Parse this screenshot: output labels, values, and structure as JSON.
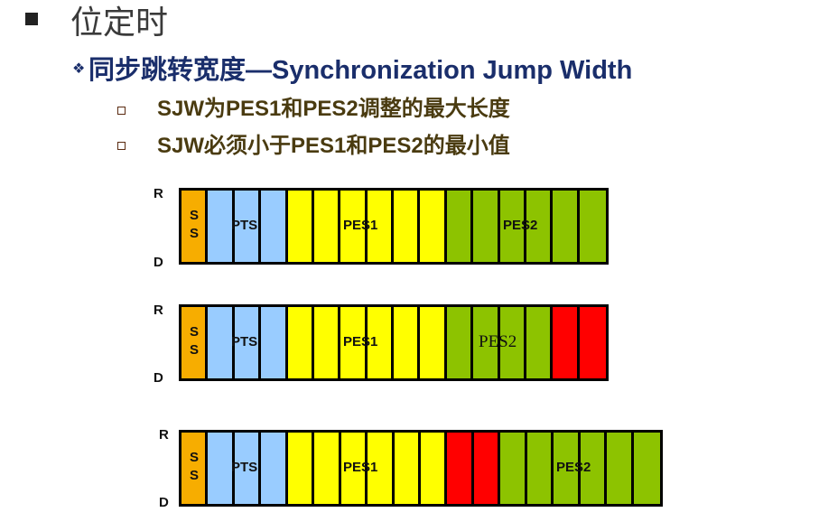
{
  "slide": {
    "title": "位定时",
    "subtitle": "同步跳转宽度—Synchronization Jump Width",
    "bullets": [
      "SJW为PES1和PES2调整的最大长度",
      "SJW必须小于PES1和PES2的最小值"
    ]
  },
  "diagrams": [
    {
      "r_label": "R",
      "d_label": "D",
      "ss_top": "S",
      "ss_bottom": "S",
      "pts_label": "PTS",
      "pes1_label": "PES1",
      "pes2_label": "PES2",
      "segments": [
        "orange",
        "blue",
        "blue",
        "blue",
        "yellow",
        "yellow",
        "yellow",
        "yellow",
        "yellow",
        "yellow",
        "green",
        "green",
        "green",
        "green",
        "green",
        "green"
      ]
    },
    {
      "r_label": "R",
      "d_label": "D",
      "ss_top": "S",
      "ss_bottom": "S",
      "pts_label": "PTS",
      "pes1_label": "PES1",
      "pes2_label": "PES2",
      "segments": [
        "orange",
        "blue",
        "blue",
        "blue",
        "yellow",
        "yellow",
        "yellow",
        "yellow",
        "yellow",
        "yellow",
        "green",
        "green",
        "green",
        "green",
        "red",
        "red"
      ]
    },
    {
      "r_label": "R",
      "d_label": "D",
      "ss_top": "S",
      "ss_bottom": "S",
      "pts_label": "PTS",
      "pes1_label": "PES1",
      "pes2_label": "PES2",
      "segments": [
        "orange",
        "blue",
        "blue",
        "blue",
        "yellow",
        "yellow",
        "yellow",
        "yellow",
        "yellow",
        "yellow",
        "red",
        "red",
        "green",
        "green",
        "green",
        "green",
        "green",
        "green"
      ]
    }
  ],
  "colors": {
    "orange": "#f7ad00",
    "blue": "#99ccff",
    "yellow": "#ffff00",
    "green": "#8dc300",
    "red": "#ff0000"
  }
}
